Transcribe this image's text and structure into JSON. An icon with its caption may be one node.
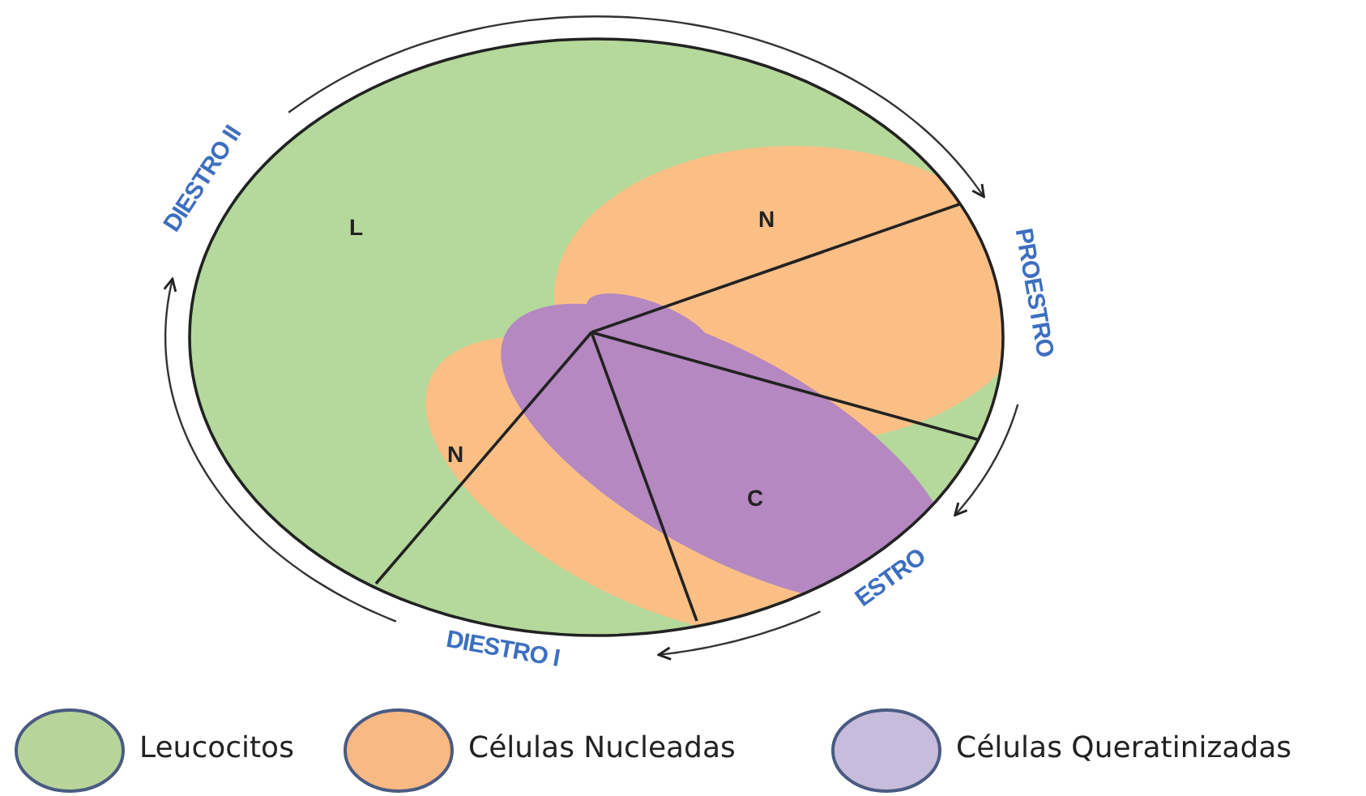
{
  "diagram": {
    "nodes": [
      {
        "text": [
          "DIESTRO II"
        ]
      },
      {
        "text": [
          "PROESTRO"
        ]
      },
      {
        "text": [
          "ESTRO"
        ]
      },
      {
        "text": [
          "DIESTRO I"
        ]
      }
    ],
    "edges": [
      {
        "from": 0,
        "to": 1,
        "arrow": "to"
      },
      {
        "from": 1,
        "to": 2,
        "arrow": "to"
      },
      {
        "from": 2,
        "to": 3,
        "arrow": "to"
      },
      {
        "from": 3,
        "to": 0,
        "arrow": "to"
      }
    ],
    "labels": [
      "L",
      "N",
      "N",
      "C"
    ],
    "legend": [
      {
        "text": "Leucocitos",
        "color": "#b8d49a"
      },
      {
        "text": "Células Nucleadas",
        "color": "#f9b983"
      },
      {
        "text": "Células Queratinizadas",
        "color": "#c8bcdc"
      }
    ]
  }
}
